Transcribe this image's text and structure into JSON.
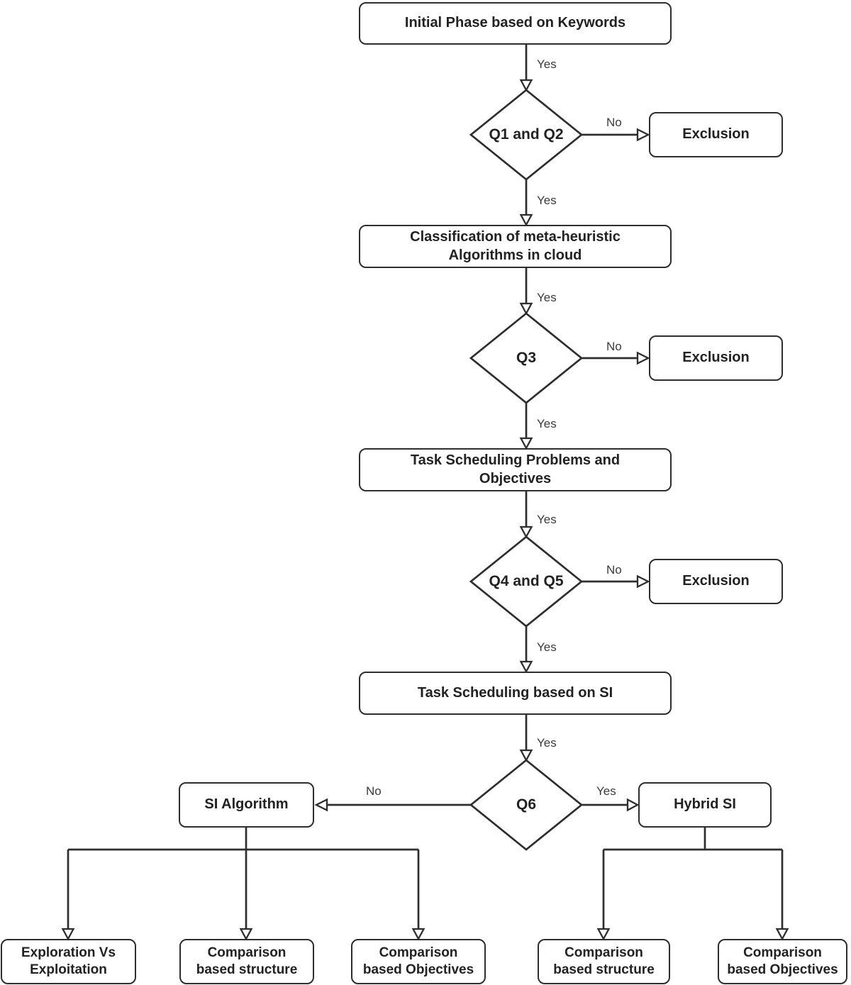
{
  "diagram": {
    "nodes": {
      "initial": "Initial Phase based on Keywords",
      "q1q2": "Q1 and Q2",
      "exclusion1": "Exclusion",
      "classification": "Classification of meta-heuristic\nAlgorithms in cloud",
      "q3": "Q3",
      "exclusion2": "Exclusion",
      "task_problems": "Task Scheduling Problems and\nObjectives",
      "q4q5": "Q4 and Q5",
      "exclusion3": "Exclusion",
      "task_si": "Task Scheduling based on SI",
      "q6": "Q6",
      "si_algorithm": "SI Algorithm",
      "hybrid_si": "Hybrid SI",
      "exploration": "Exploration Vs\nExploitation",
      "comp_structure_si": "Comparison\nbased structure",
      "comp_objectives_si": "Comparison\nbased Objectives",
      "comp_structure_hybrid": "Comparison\nbased structure",
      "comp_objectives_hybrid": "Comparison\nbased Objectives"
    },
    "edge_labels": {
      "initial_yes": "Yes",
      "q1q2_no": "No",
      "q1q2_yes": "Yes",
      "classification_yes": "Yes",
      "q3_no": "No",
      "q3_yes": "Yes",
      "task_problems_yes": "Yes",
      "q4q5_no": "No",
      "q4q5_yes": "Yes",
      "task_si_yes": "Yes",
      "q6_no": "No",
      "q6_yes": "Yes"
    },
    "colors": {
      "line": "#2e2e2e",
      "text": "#222222",
      "background": "#ffffff"
    }
  }
}
